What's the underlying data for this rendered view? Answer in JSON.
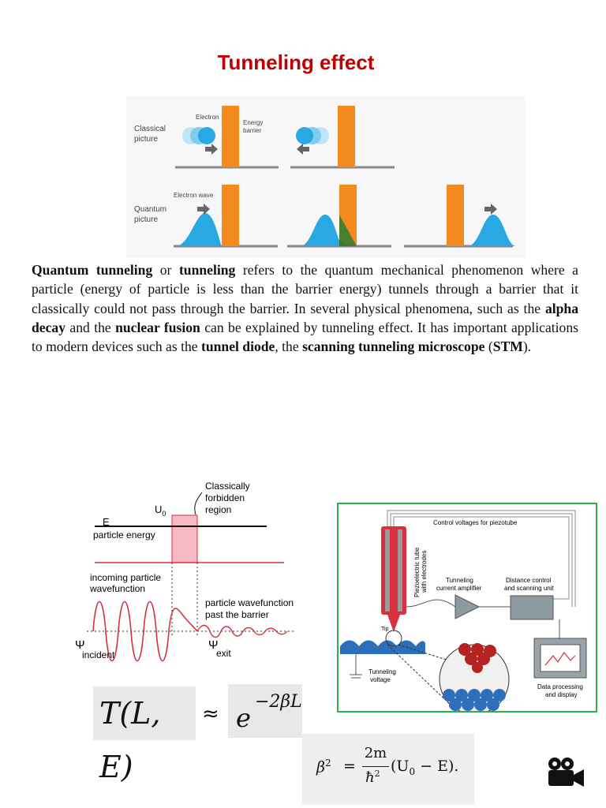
{
  "title": "Tunneling effect",
  "figure_top": {
    "classical_label": [
      "Classical",
      "picture"
    ],
    "quantum_label": [
      "Quantum",
      "picture"
    ],
    "electron_label": "Electron",
    "barrier_label": [
      "Energy",
      "barrier"
    ],
    "electron_wave_label": "Electron wave",
    "colors": {
      "barrier": "#f28a1e",
      "electron": "#29a9e1",
      "transmitted": "#2e7d32"
    }
  },
  "paragraph": {
    "t1": "Quantum tunneling",
    "t2": " or ",
    "t3": "tunneling",
    "t4": " refers to the quantum mechanical phenomenon where a particle (energy of particle is less than the barrier energy) tunnels through a barrier that it classically could not pass through the barrier. In several physical phenomena, such as the ",
    "t5": "alpha decay",
    "t6": " and the ",
    "t7": "nuclear fusion",
    "t8": " can be explained by tunneling effect. It has important applications to modern devices such as the ",
    "t9": "tunnel diode",
    "t10": ", the ",
    "t11": "scanning tunneling microscope",
    "t12": " (",
    "t13": "STM",
    "t14": ")."
  },
  "figure_wave": {
    "classically_forbidden": [
      "Classically",
      "forbidden",
      "region"
    ],
    "u0": "U",
    "u0_sub": "0",
    "e_label": "E",
    "particle_energy": "particle energy",
    "incoming": [
      "incoming particle",
      "wavefunction"
    ],
    "past": [
      "particle wavefunction",
      "past the barrier"
    ],
    "psi": "Ψ",
    "incident": "incident",
    "exit": "exit",
    "colors": {
      "wave": "#d9323f",
      "barrier_fill": "#f7b9c4"
    }
  },
  "figure_stm": {
    "control_voltages": "Control voltages for piezotube",
    "piezo_tube": [
      "Piezoelectric tube",
      "with electrodes"
    ],
    "tunneling_amp": [
      "Tunneling",
      "current amplifier"
    ],
    "distance_control": [
      "Distance control",
      "and scanning unit"
    ],
    "tip": "Tip",
    "tunneling_voltage": [
      "Tunneling",
      "voltage"
    ],
    "data_processing": [
      "Data processing",
      "and display"
    ],
    "colors": {
      "border": "#2db24a",
      "tube": "#d9323f",
      "sample": "#2d6fb8"
    }
  },
  "equations": {
    "transmission": "T(L, E)",
    "approx": "≈",
    "exp_base": "e",
    "exp_power": "−2βL",
    "beta_lhs": "β",
    "beta_sq": "2",
    "eq": "=",
    "num": "2m",
    "den": "ħ",
    "den_sq": "2",
    "rhs": "(U",
    "rhs_sub": "0",
    "rhs_end": " − E)."
  },
  "icons": {
    "camera": "movie-camera-icon"
  }
}
